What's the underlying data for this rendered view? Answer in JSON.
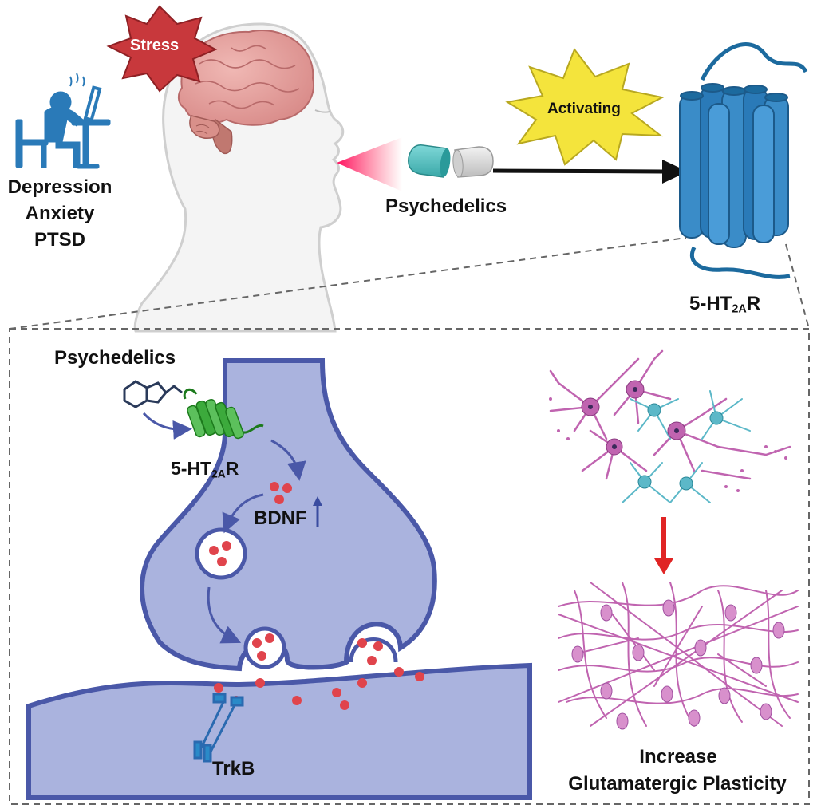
{
  "top": {
    "stress": "Stress",
    "conditions": [
      "Depression",
      "Anxiety",
      "PTSD"
    ],
    "psychedelics": "Psychedelics",
    "activating": "Activating",
    "receptor": {
      "prefix": "5-HT",
      "subscript": "2A",
      "suffix": "R"
    }
  },
  "synapse": {
    "psychedelics": "Psychedelics",
    "receptor": {
      "prefix": "5-HT",
      "subscript": "2A",
      "suffix": "R"
    },
    "bdnf": "BDNF",
    "trkb": "TrkB"
  },
  "plasticity": {
    "line1": "Increase",
    "line2": "Glutamatergic Plasticity"
  },
  "colors": {
    "receptor_blue": "#2a7ab8",
    "receptor_green": "#3caa3c",
    "synapse_fill": "#aab3de",
    "synapse_border": "#4a58a8",
    "bdnf_dot": "#e0444c",
    "neuron_pink": "#c064b0",
    "neuron_cyan": "#5cb8c8",
    "stress_red": "#c8383c",
    "activating_yellow": "#f4e43c",
    "down_arrow": "#e02424"
  }
}
